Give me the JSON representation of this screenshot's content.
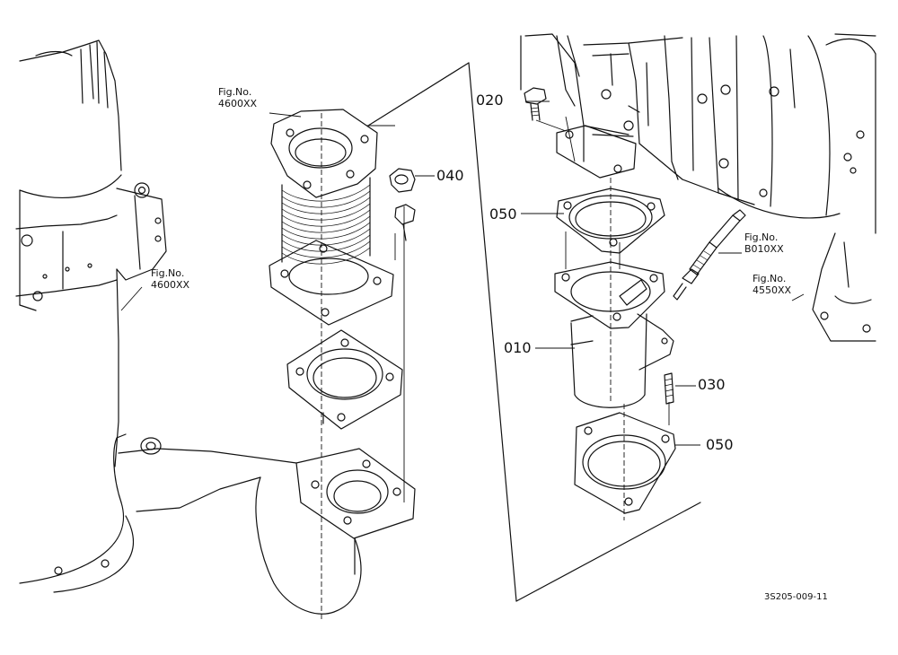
{
  "parts": [
    {
      "ref": "020"
    },
    {
      "ref": "040"
    },
    {
      "ref": "050"
    },
    {
      "ref": "010"
    },
    {
      "ref": "030"
    },
    {
      "ref": "050"
    }
  ],
  "figure_refs": [
    {
      "prefix": "Fig.No.",
      "number": "4600XX"
    },
    {
      "prefix": "Fig.No.",
      "number": "4600XX"
    },
    {
      "prefix": "Fig.No.",
      "number": "B010XX"
    },
    {
      "prefix": "Fig.No.",
      "number": "4550XX"
    }
  ],
  "drawing_code": "3S205-009-11"
}
